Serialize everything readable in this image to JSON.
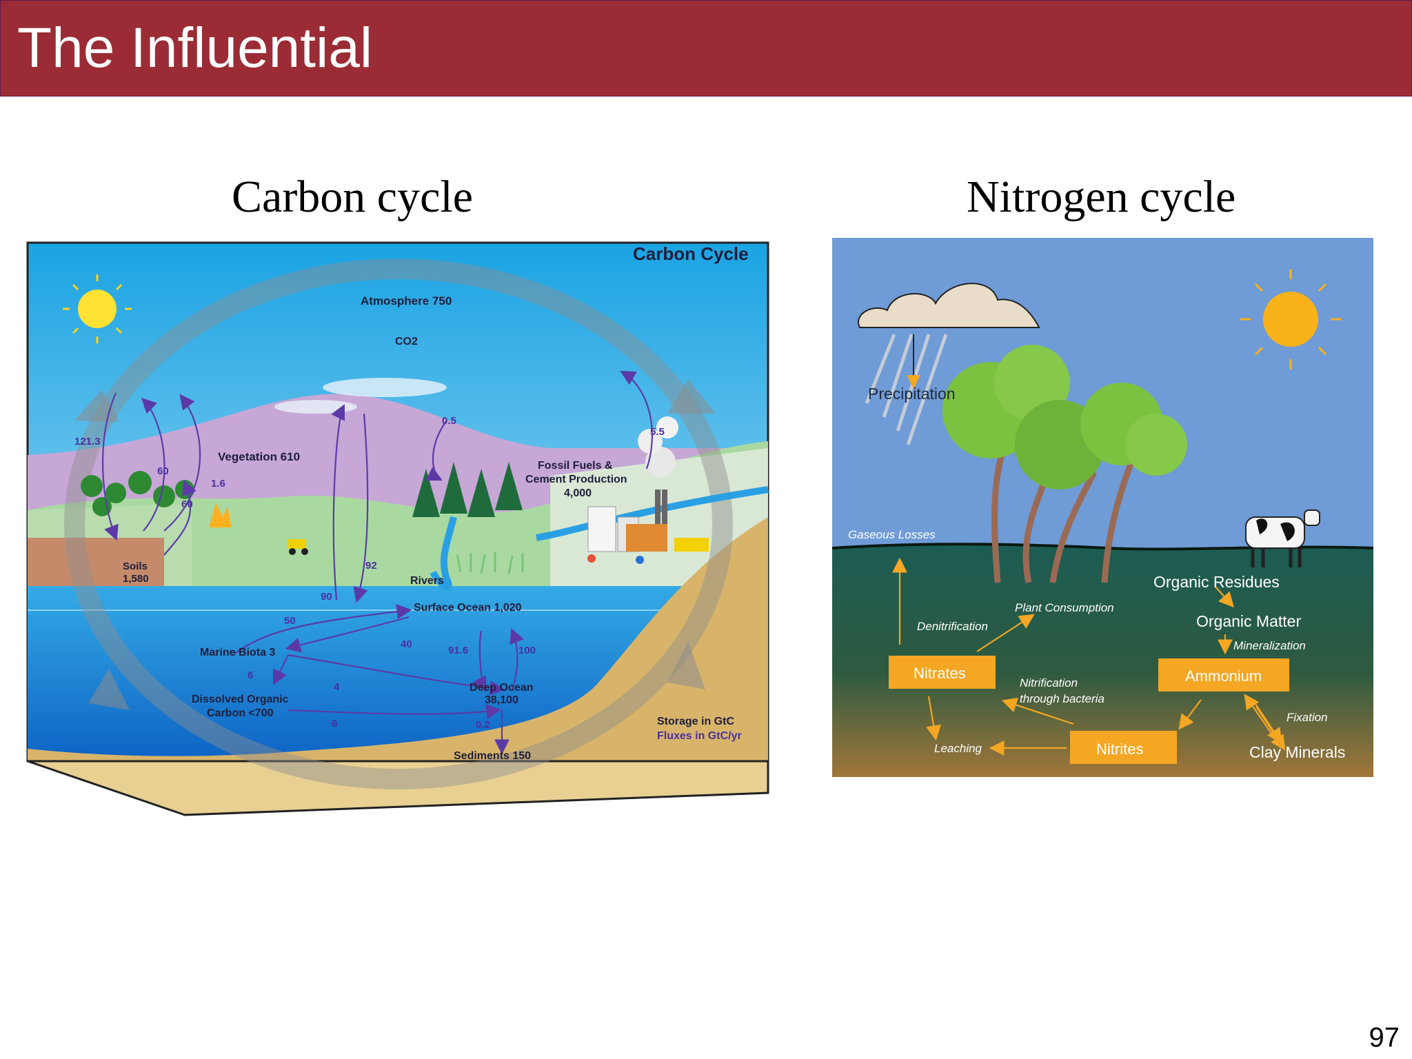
{
  "slide": {
    "title": "The Influential",
    "page_number": "97"
  },
  "carbon": {
    "heading": "Carbon cycle",
    "panel_title": "Carbon Cycle",
    "atmosphere": "Atmosphere 750",
    "co2": "CO2",
    "vegetation": "Vegetation 610",
    "soils_1": "Soils",
    "soils_2": "1,580",
    "fossil_1": "Fossil Fuels &",
    "fossil_2": "Cement Production",
    "fossil_3": "4,000",
    "rivers": "Rivers",
    "surface_ocean": "Surface Ocean 1,020",
    "marine_biota": "Marine Biota 3",
    "doc_1": "Dissolved Organic",
    "doc_2": "Carbon <700",
    "deep_ocean_1": "Deep Ocean",
    "deep_ocean_2": "38,100",
    "sediments": "Sediments 150",
    "legend_storage": "Storage in GtC",
    "legend_flux": "Fluxes in GtC/yr",
    "fluxes": {
      "f121": "121.3",
      "f60a": "60",
      "f16": "1.6",
      "f60b": "60",
      "f05": "0.5",
      "f55": "5.5",
      "f92a": "92",
      "f90": "90",
      "f50": "50",
      "f40": "40",
      "f916": "91.6",
      "f100": "100",
      "f6a": "6",
      "f4": "4",
      "f6b": "6",
      "f02": "0.2"
    }
  },
  "nitrogen": {
    "heading": "Nitrogen cycle",
    "precipitation": "Precipitation",
    "gaseous_losses": "Gaseous Losses",
    "organic_residues": "Organic Residues",
    "plant_consumption": "Plant Consumption",
    "denitrification": "Denitrification",
    "organic_matter": "Organic Matter",
    "mineralization": "Mineralization",
    "nitrates": "Nitrates",
    "ammonium": "Ammonium",
    "nitrification_1": "Nitrification",
    "nitrification_2": "through bacteria",
    "fixation": "Fixation",
    "leaching": "Leaching",
    "nitrites": "Nitrites",
    "clay_minerals": "Clay Minerals"
  },
  "colors": {
    "title_bar": "#9b2c35",
    "sky_carbon": "#3aa7e0",
    "ocean": "#1c8fd8",
    "sky_nitrogen": "#6f9bd6",
    "soil_nitrogen": "#1f5b52",
    "box_orange": "#f5a623",
    "flux_arrow": "#5b3aa8"
  }
}
